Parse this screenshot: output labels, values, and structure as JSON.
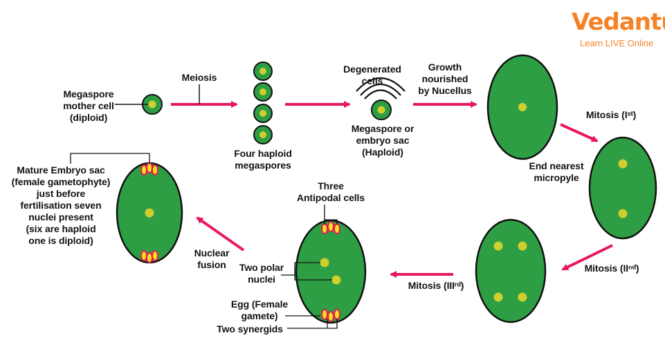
{
  "brand": {
    "name": "Vedantu",
    "tagline": "Learn LIVE Online",
    "color": "#f58225"
  },
  "colors": {
    "cell_fill": "#2e9e45",
    "cell_stroke": "#111111",
    "nucleus": "#cfcf2e",
    "arrow": "#e8185a",
    "synergid_fill": "#f5e21b",
    "synergid_stroke": "#e8185a"
  },
  "labels": {
    "megaspore_mother_cell": "Megaspore\nmother cell\n(diploid)",
    "meiosis": "Meiosis",
    "four_haploid": "Four haploid\nmegaspores",
    "degenerated": "Degenerated\ncells",
    "megaspore_embryo": "Megaspore or\nembryo sac\n(Haploid)",
    "growth": "Growth\nnourished\nby Nucellus",
    "mitosis_1": "Mitosis (Iˢᵗ)",
    "end_nearest": "End nearest\nmicropyle",
    "mitosis_2": "Mitosis (IIⁿᵈ)",
    "mitosis_3": "Mitosis (IIIʳᵈ)",
    "antipodal": "Three\nAntipodal cells",
    "polar_nuclei": "Two polar\nnuclei",
    "egg": "Egg (Female\ngamete)",
    "synergids": "Two synergids",
    "nuclear_fusion": "Nuclear\nfusion",
    "mature_embryo": "Mature Embryo sac\n(female gametophyte)\njust before\nfertilisation seven\nnuclei present\n(six are haploid\none is diploid)"
  }
}
